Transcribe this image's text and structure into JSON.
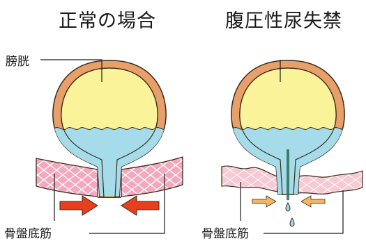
{
  "titles": {
    "normal": "正常の場合",
    "stress_incontinence": "腹圧性尿失禁"
  },
  "labels": {
    "bladder": "膀胱",
    "pelvic_floor_left": "骨盤底筋",
    "pelvic_floor_right": "骨盤底筋"
  },
  "colors": {
    "bladder_wall": "#e8a06a",
    "bladder_outline": "#3a2a1a",
    "bladder_air": "#fbf39a",
    "urine": "#a6dcea",
    "muscle_normal": "#f4a7bd",
    "muscle_weak": "#f7c9d3",
    "arrow_strong": "#e8401c",
    "arrow_weak": "#f2b765",
    "drop": "#9fd6e8"
  }
}
